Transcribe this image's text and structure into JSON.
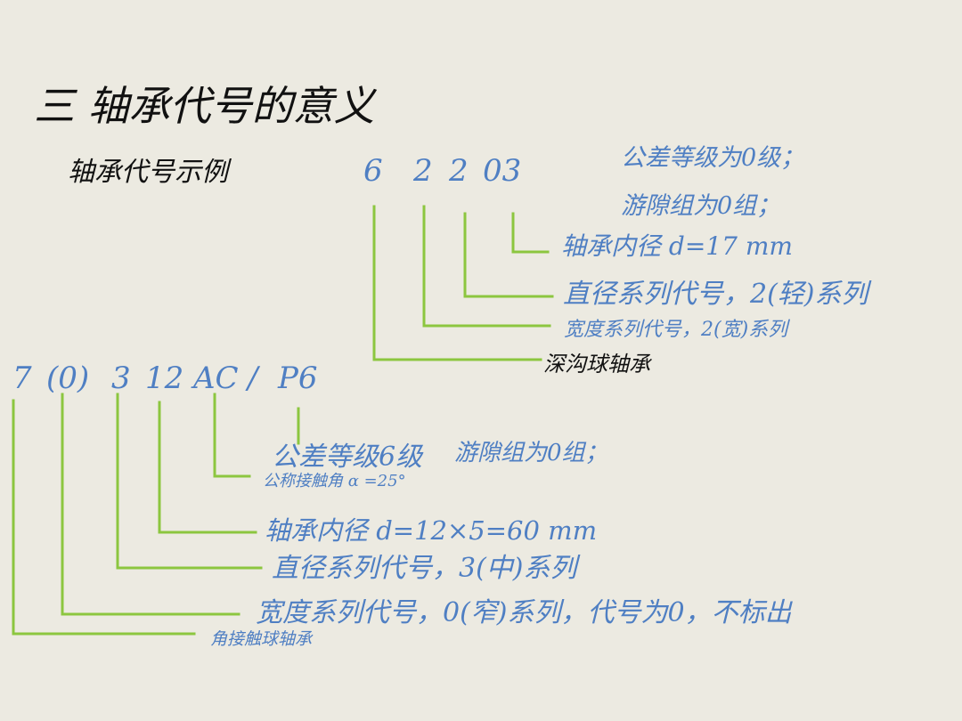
{
  "title": "三 轴承代号的意义",
  "subtitle": "轴承代号示例",
  "example1": {
    "code": {
      "type": "6",
      "width": "2",
      "diameter": "2",
      "bore": "03"
    },
    "notes": {
      "tolerance": "公差等级为0级；",
      "clearance": "游隙组为0组；",
      "bore": "轴承内径 d=17   mm",
      "diameter": "直径系列代号，2(轻)系列",
      "width": "宽度系列代号，2(宽)系列",
      "type": "深沟球轴承"
    }
  },
  "example2": {
    "code": {
      "type": "7",
      "width": "(0)",
      "diameter": "3",
      "bore": "12",
      "angle": "AC",
      "slash": "/",
      "tolerance": "P6"
    },
    "notes": {
      "tolerance": "公差等级6级",
      "clearance": "游隙组为0组；",
      "angle": "公称接触角 α =25°",
      "bore": "轴承内径 d=12×5=60   mm",
      "diameter": "直径系列代号，3(中)系列",
      "width": "宽度系列代号，0(窄)系列，代号为0，不标出",
      "type": "角接触球轴承"
    }
  }
}
